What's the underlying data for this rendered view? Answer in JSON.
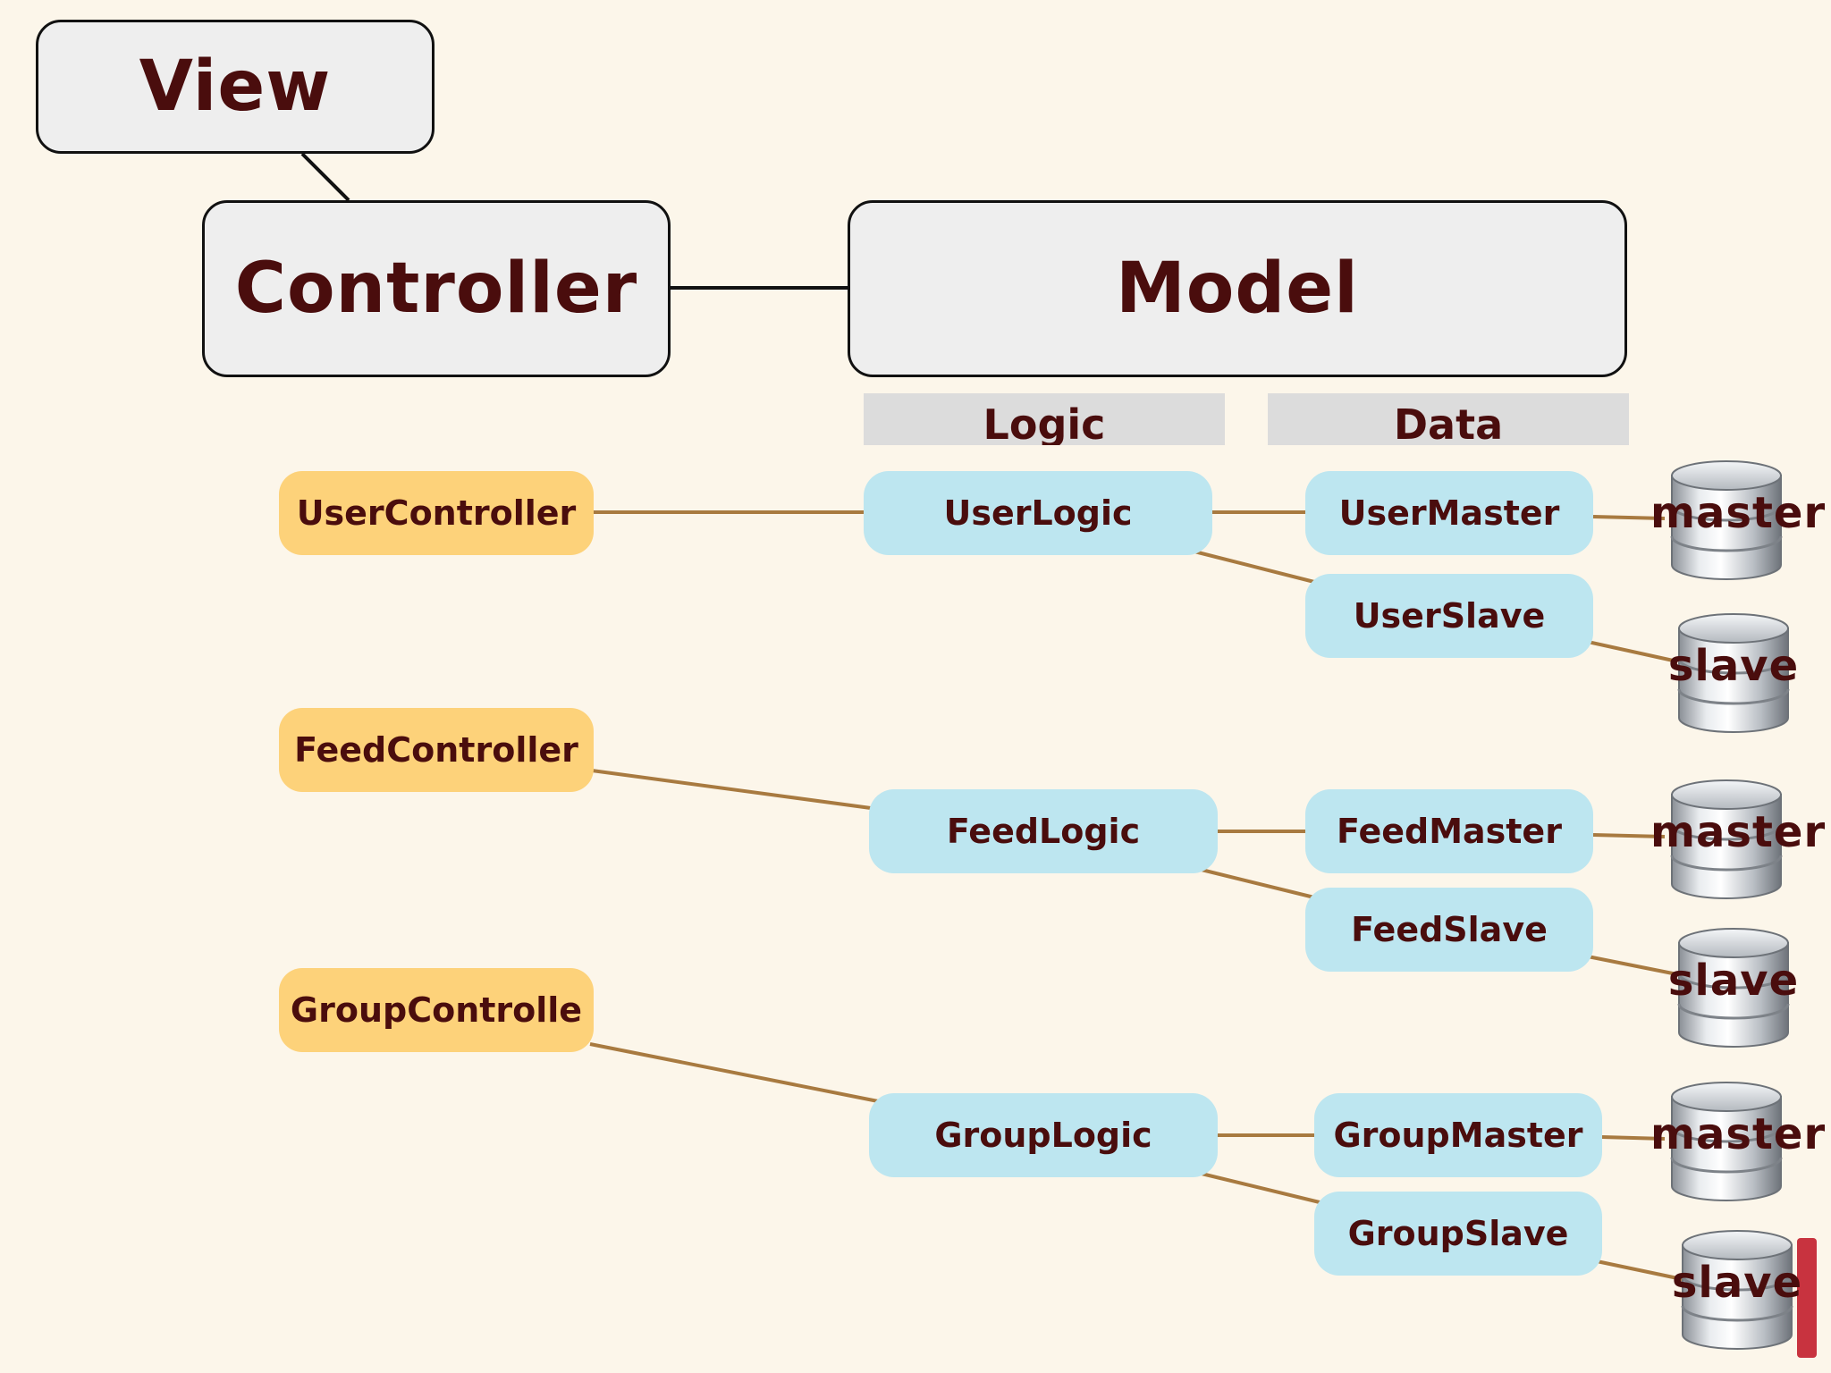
{
  "mvc": {
    "view": "View",
    "controller": "Controller",
    "model": "Model"
  },
  "columns": {
    "logic": "Logic",
    "data": "Data"
  },
  "controllers": [
    "UserController",
    "FeedController",
    "GroupControlle"
  ],
  "logics": [
    "UserLogic",
    "FeedLogic",
    "GroupLogic"
  ],
  "data_nodes": [
    {
      "master": "UserMaster",
      "slave": "UserSlave"
    },
    {
      "master": "FeedMaster",
      "slave": "FeedSlave"
    },
    {
      "master": "GroupMaster",
      "slave": "GroupSlave"
    }
  ],
  "databases": {
    "master": "master",
    "slave": "slave"
  },
  "colors": {
    "background": "#fcf6ea",
    "controller_fill": "#fdd27a",
    "logic_fill": "#bde6f0",
    "wire": "#a87a40",
    "text": "#4a0d0d"
  },
  "icons": [
    "database-icon"
  ]
}
